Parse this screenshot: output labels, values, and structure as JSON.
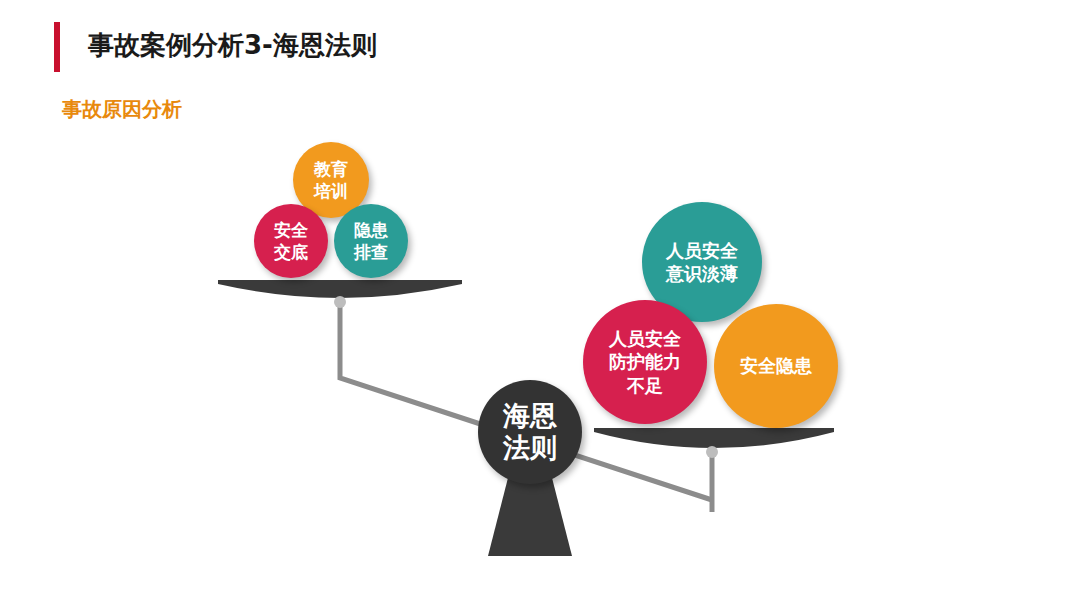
{
  "diagram": {
    "title": "事故案例分析3-海恩法则",
    "nodes": [
      {
        "text": [
          "教育培训"
        ]
      },
      {
        "text": [
          "安全交底"
        ]
      },
      {
        "text": [
          "隐患排查"
        ]
      },
      {
        "text": [
          "人员安全意识淡薄"
        ]
      },
      {
        "text": [
          "人员安全防护能力不足"
        ]
      },
      {
        "text": [
          "安全隐患"
        ]
      },
      {
        "text": [
          "海恩法则"
        ]
      }
    ],
    "labels": [
      "事故原因分析"
    ]
  }
}
